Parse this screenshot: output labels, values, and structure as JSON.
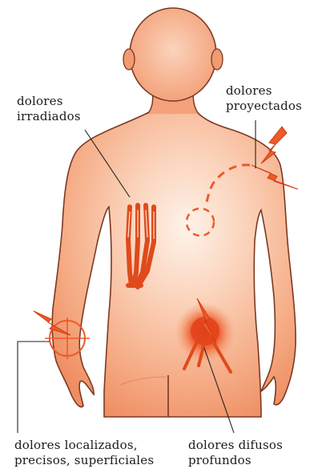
{
  "labels": {
    "irradiados": [
      "dolores",
      "irradiados"
    ],
    "proyectados": [
      "dolores",
      "proyectados"
    ],
    "localizados": [
      "dolores  localizados,",
      "precisos,  superficiales"
    ],
    "difusos": [
      "dolores  difusos",
      "profundos"
    ]
  },
  "colors": {
    "body_fill": "#f5a982",
    "body_light": "#fde9dc",
    "outline": "#7a3a22",
    "pain_accent": "#ee5a2a",
    "text": "#1a1a1a"
  },
  "icons": [
    "lightning-bolt-icon",
    "pain-target-icon",
    "nerve-lines-icon"
  ]
}
